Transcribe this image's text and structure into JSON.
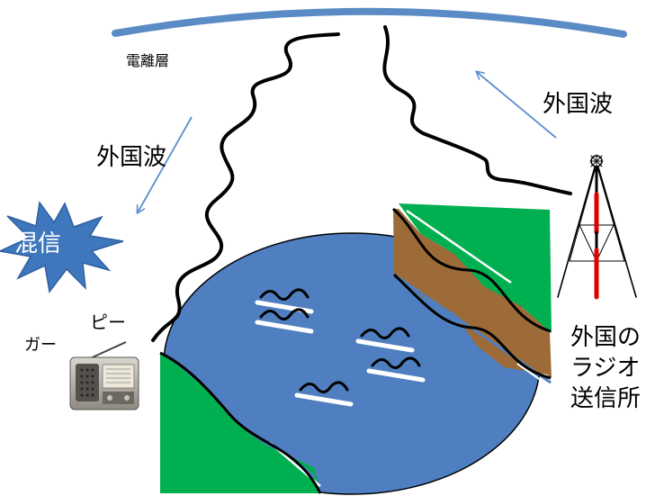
{
  "labels": {
    "ionosphere": "電離層",
    "foreign_wave_left": "外国波",
    "foreign_wave_right": "外国波",
    "interference": "混信",
    "beep_sound": "ピー",
    "gaa_sound": "ガー",
    "station_line1": "外国の",
    "station_line2": "ラジオ",
    "station_line3": "送信所"
  },
  "icons": [
    "radio-icon",
    "antenna-tower-icon",
    "explosion-burst-icon"
  ],
  "colors": {
    "ionosphere": "#5b8bc4",
    "sea": "#4f7fc0",
    "land_green": "#00b050",
    "land_brown": "#9c6b38",
    "arrow": "#5b8fd0",
    "burst": "#3f77bc",
    "tower_red": "#e00000"
  }
}
